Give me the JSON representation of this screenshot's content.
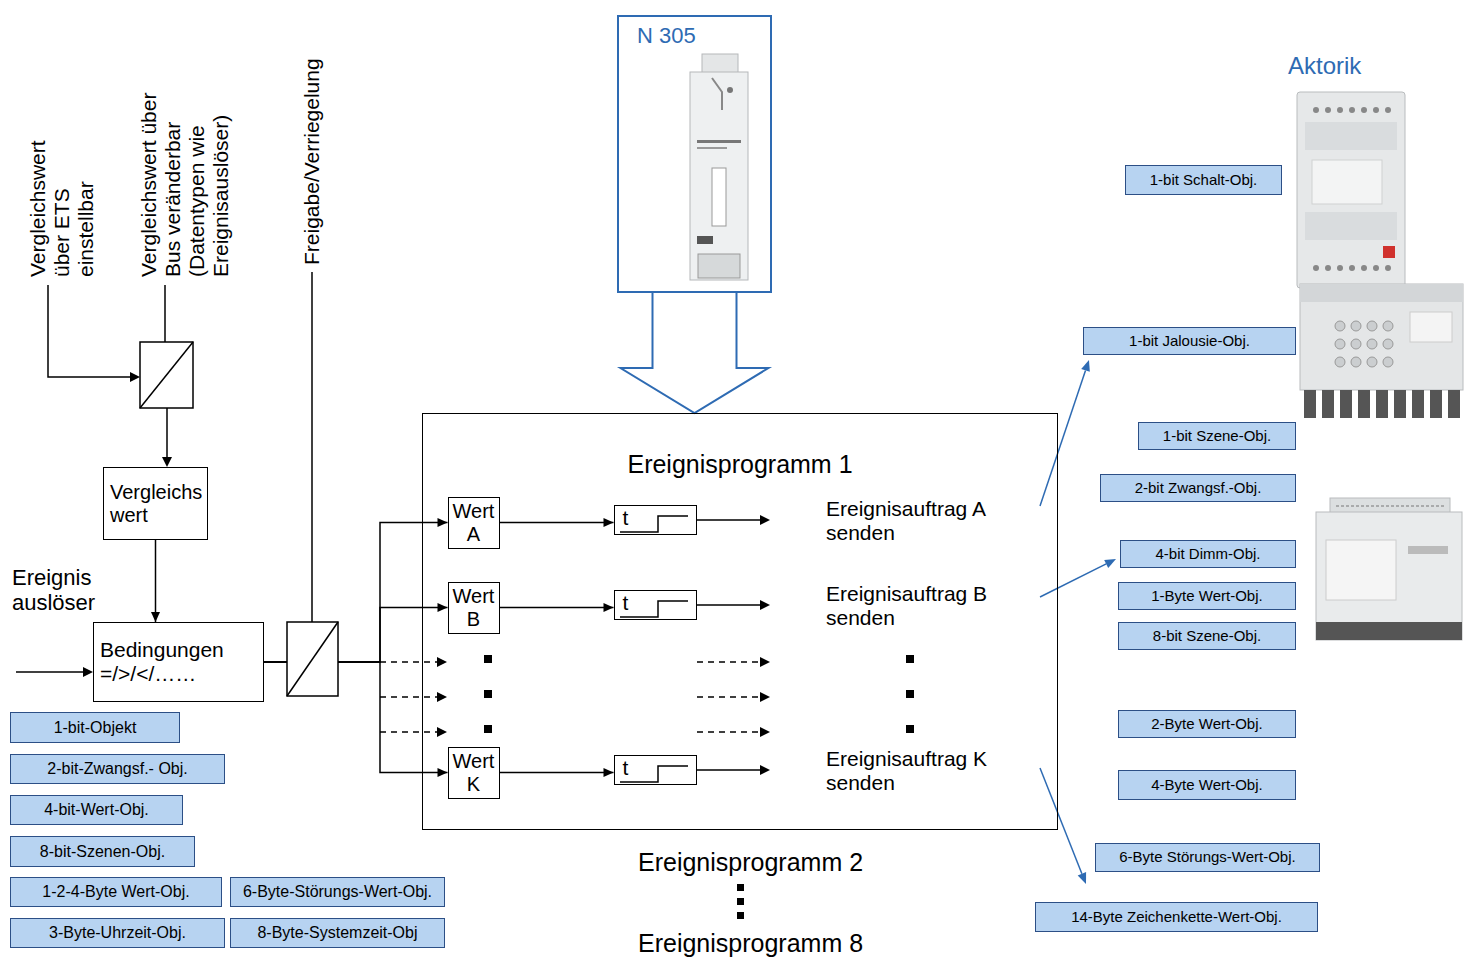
{
  "diagram": {
    "nodes": [
      {
        "text": [
          "N 305"
        ]
      },
      {
        "text": [
          "Vergleichs wert"
        ]
      },
      {
        "text": [
          "Bedingungen =/>/</……"
        ]
      },
      {
        "text": [
          "Ereignisprogramm 1"
        ]
      },
      {
        "text": [
          "Wert A"
        ],
        "in": 3
      },
      {
        "text": [
          "t"
        ],
        "in": 3
      },
      {
        "text": [
          "Wert B"
        ],
        "in": 3
      },
      {
        "text": [
          "t"
        ],
        "in": 3
      },
      {
        "text": [
          "Wert K"
        ],
        "in": 3
      },
      {
        "text": [
          "t"
        ],
        "in": 3
      },
      {
        "text": [
          "1-bit-Objekt"
        ]
      },
      {
        "text": [
          "2-bit-Zwangsf.- Obj."
        ]
      },
      {
        "text": [
          "4-bit-Wert-Obj."
        ]
      },
      {
        "text": [
          "8-bit-Szenen-Obj."
        ]
      },
      {
        "text": [
          "1-2-4-Byte Wert-Obj."
        ]
      },
      {
        "text": [
          "6-Byte-Störungs-Wert-Obj."
        ]
      },
      {
        "text": [
          "3-Byte-Uhrzeit-Obj."
        ]
      },
      {
        "text": [
          "8-Byte-Systemzeit-Obj"
        ]
      },
      {
        "text": [
          "1-bit Schalt-Obj."
        ]
      },
      {
        "text": [
          "1-bit Jalousie-Obj."
        ]
      },
      {
        "text": [
          "1-bit Szene-Obj."
        ]
      },
      {
        "text": [
          "2-bit Zwangsf.-Obj."
        ]
      },
      {
        "text": [
          "4-bit Dimm-Obj."
        ]
      },
      {
        "text": [
          "1-Byte Wert-Obj."
        ]
      },
      {
        "text": [
          "8-bit Szene-Obj."
        ]
      },
      {
        "text": [
          "2-Byte Wert-Obj."
        ]
      },
      {
        "text": [
          "4-Byte Wert-Obj."
        ]
      },
      {
        "text": [
          "6-Byte Störungs-Wert-Obj."
        ]
      },
      {
        "text": [
          "14-Byte Zeichenkette-Wert-Obj."
        ]
      }
    ],
    "edges": [
      {
        "from": 0,
        "to": 3,
        "arrow": "to"
      },
      {
        "from": 1,
        "to": 2,
        "arrow": "to"
      },
      {
        "from": 2,
        "to": 4,
        "arrow": "to"
      },
      {
        "from": 2,
        "to": 6,
        "arrow": "to"
      },
      {
        "from": 2,
        "to": 8,
        "arrow": "to"
      },
      {
        "from": 4,
        "to": 5,
        "arrow": "to"
      },
      {
        "from": 6,
        "to": 7,
        "arrow": "to"
      },
      {
        "from": 8,
        "to": 9,
        "arrow": "to"
      }
    ],
    "labels": [
      "Vergleichswert über ETS einstellbar",
      "Vergleichswert über Bus veränderbar (Datentypen wie Ereignisauslöser)",
      "Freigabe/Verriegelung",
      "Ereignis auslöser",
      "Ereignisauftrag A senden",
      "Ereignisauftrag B senden",
      "Ereignisauftrag K senden",
      "Ereignisprogramm 2",
      "Ereignisprogramm 8",
      "Aktorik"
    ]
  }
}
